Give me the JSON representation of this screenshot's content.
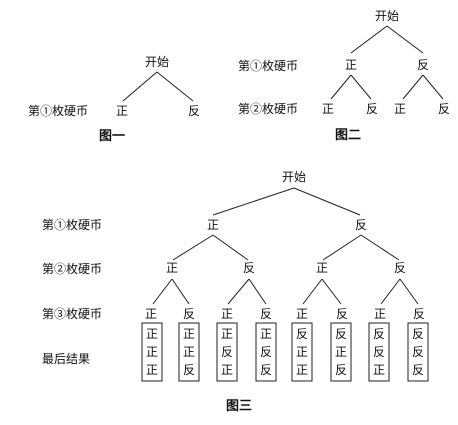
{
  "texts": {
    "start": "开始",
    "heads": "正",
    "tails": "反",
    "coin1": "第①枚硬币",
    "coin2": "第②枚硬币",
    "coin3": "第③枚硬币",
    "final_result": "最后结果",
    "fig1": "图一",
    "fig2": "图二",
    "fig3": "图三"
  },
  "results": [
    [
      "正",
      "正",
      "正"
    ],
    [
      "正",
      "正",
      "反"
    ],
    [
      "正",
      "反",
      "正"
    ],
    [
      "正",
      "反",
      "反"
    ],
    [
      "反",
      "正",
      "正"
    ],
    [
      "反",
      "正",
      "反"
    ],
    [
      "反",
      "反",
      "正"
    ],
    [
      "反",
      "反",
      "反"
    ]
  ]
}
